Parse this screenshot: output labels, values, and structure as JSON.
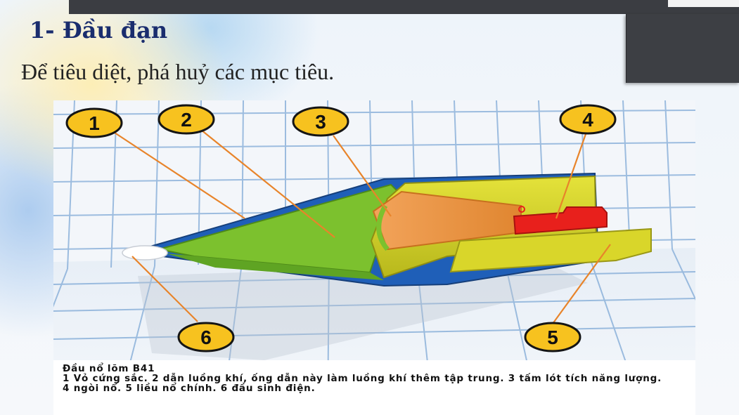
{
  "slide": {
    "title": "1- Đầu đạn",
    "subtitle": "Để tiêu diệt, phá huỷ các mục tiêu."
  },
  "figure": {
    "labels": [
      "1",
      "2",
      "3",
      "4",
      "5",
      "6"
    ],
    "caption_title": "Đầu nổ lõm B41",
    "caption_text": "1 Vỏ cứng sắc. 2 dẫn luồng khí, ống dẫn này làm luồng khí thêm tập trung. 3 tấm lót tích năng lượng. 4 ngòi nổ. 5 liều nổ chính. 6 đầu sinh điện."
  },
  "colors": {
    "title": "#1a2d6e",
    "label_fill": "#f7c21f",
    "leader": "#e8842a",
    "casing": "#1f5fb8",
    "liner_cone": "#7cc12e",
    "charge": "#d8d62a",
    "fuze": "#e8201c"
  }
}
